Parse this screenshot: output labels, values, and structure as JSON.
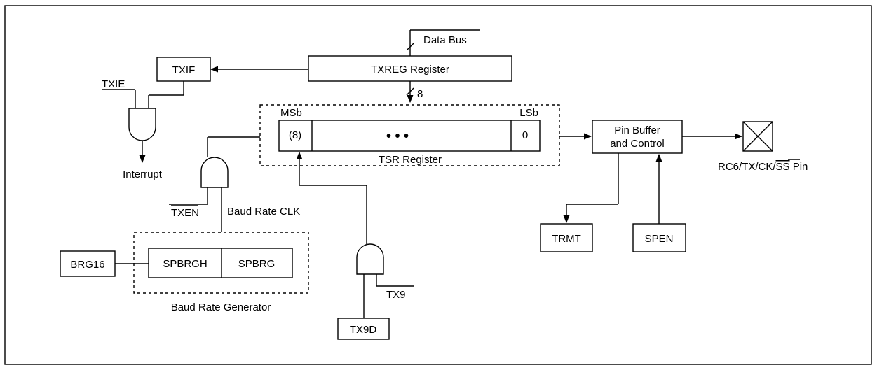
{
  "diagram": {
    "data_bus": "Data Bus",
    "txreg": "TXREG Register",
    "bus_width": "8",
    "txif": "TXIF",
    "txie": "TXIE",
    "interrupt": "Interrupt",
    "msb": "MSb",
    "lsb": "LSb",
    "tsr_bit8": "(8)",
    "tsr_dots": "• • •",
    "tsr_bit0": "0",
    "tsr": "TSR Register",
    "pin_buffer_line1": "Pin Buffer",
    "pin_buffer_line2": "and Control",
    "pin_name": "RC6/TX/CK/",
    "pin_ss": "SS",
    "pin_suffix": " Pin",
    "txen": "TXEN",
    "baud_clk": "Baud Rate CLK",
    "brg16": "BRG16",
    "spbrgh": "SPBRGH",
    "spbrg": "SPBRG",
    "brg": "Baud Rate Generator",
    "tx9": "TX9",
    "tx9d": "TX9D",
    "trmt": "TRMT",
    "spen": "SPEN"
  }
}
